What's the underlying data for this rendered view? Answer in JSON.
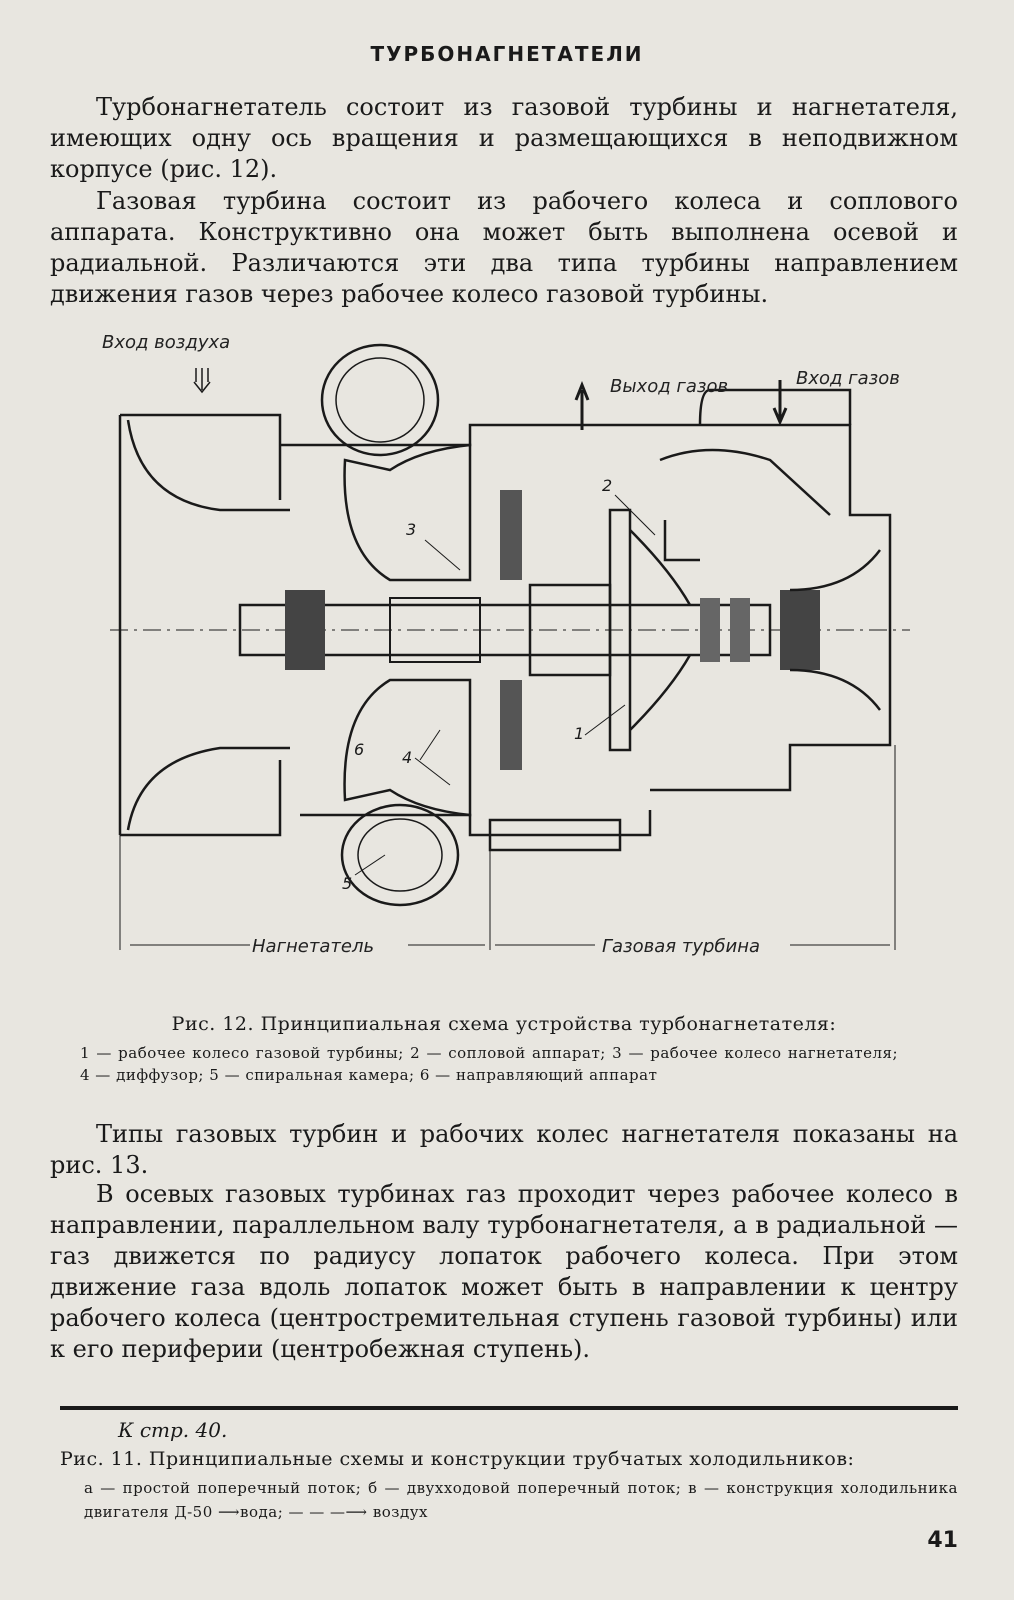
{
  "heading": "ТУРБОНАГНЕТАТЕЛИ",
  "paragraphs": {
    "p1": "Турбонагнетатель состоит из газовой турбины и нагнетателя, имеющих одну ось вращения и размещающихся в неподвижном корпусе (рис. 12).",
    "p2": "Газовая турбина состоит из рабочего колеса и соплового аппарата. Конструктивно она может быть выполнена осевой и радиальной. Различаются эти два типа турбины направлением движения газов через рабочее колесо газовой турбины.",
    "p3": "Типы газовых турбин и рабочих колес нагнетателя показаны на рис. 13.",
    "p4": "В осевых газовых турбинах газ проходит через рабочее колесо в направлении, параллельном валу турбонагнетателя, а в радиальной — газ движется по радиусу лопаток рабочего колеса. При этом движение газа вдоль лопаток может быть в направлении к центру рабочего колеса (центростремительная ступень газовой турбины) или к его периферии (центробежная ступень)."
  },
  "figure": {
    "label_air_in": "Вход воздуха",
    "label_gas_out": "Выход газов",
    "label_gas_in": "Вход газов",
    "label_compressor": "Нагнетатель",
    "label_turbine": "Газовая турбина",
    "numbers": [
      "1",
      "2",
      "3",
      "4",
      "5",
      "6"
    ]
  },
  "caption": {
    "title": "Рис. 12. Принципиальная схема устройства турбонагнетателя:",
    "legend": "1 — рабочее колесо газовой турбины; 2 — сопловой аппарат; 3 — рабочее колесо нагнетателя; 4 — диффузор; 5 — спиральная камера; 6 — направляющий аппарат"
  },
  "footnote": {
    "ref": "К стр. 40.",
    "title": "Рис. 11. Принципиальные схемы и конструкции трубчатых холодильников:",
    "legend": "а — простой поперечный поток; б — двухходовой поперечный поток; в — конструкция холодильника двигателя Д-50 ⟶вода; — — —⟶ воздух"
  },
  "page_number": "41"
}
